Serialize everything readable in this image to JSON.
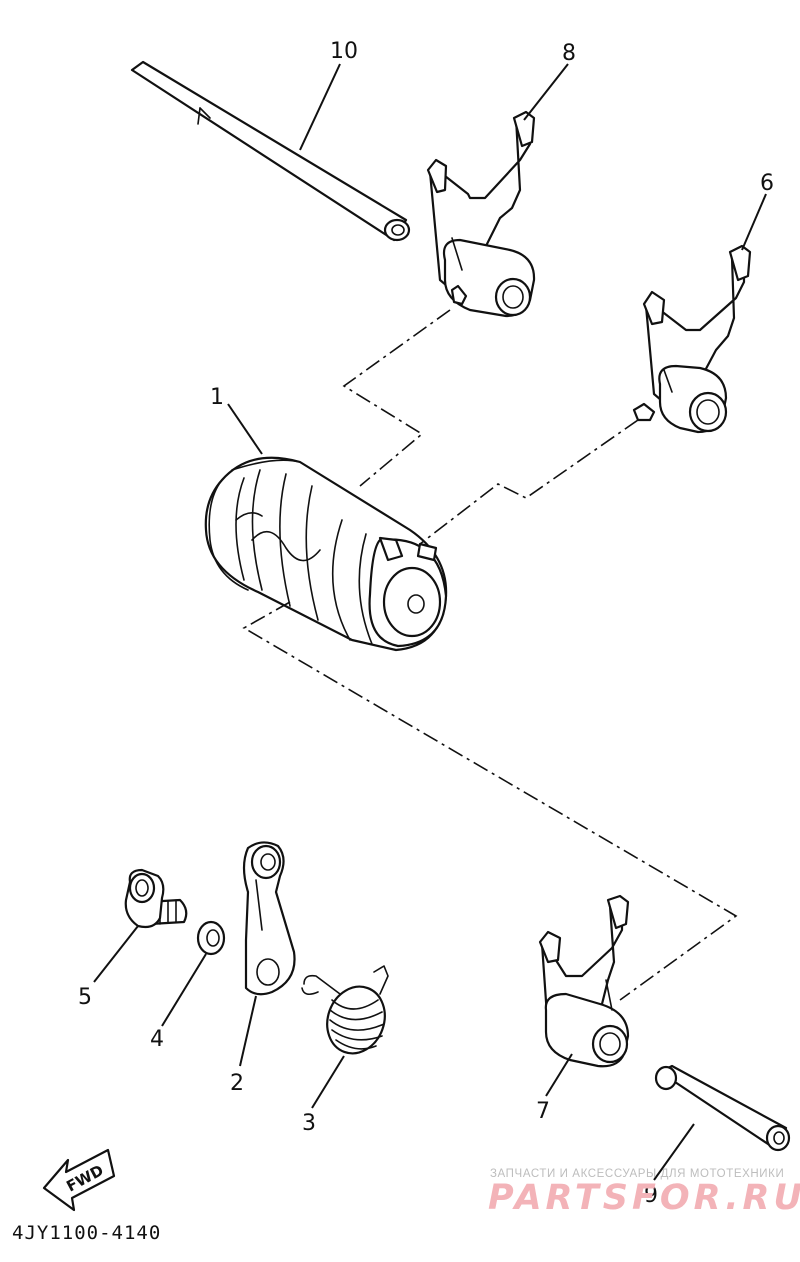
{
  "callouts": {
    "p1": "1",
    "p2": "2",
    "p3": "3",
    "p4": "4",
    "p5": "5",
    "p6": "6",
    "p7": "7",
    "p8": "8",
    "p9": "9",
    "p10": "10"
  },
  "fwd_label": "FWD",
  "diagram_code": "4JY1100-4140",
  "watermark": {
    "tagline": "ЗАПЧАСТИ И АКСЕССУАРЫ ДЛЯ МОТОТЕХНИКИ",
    "brand": "PARTSFOR.RU"
  },
  "colors": {
    "line": "#111111",
    "background": "#ffffff",
    "watermark_brand": "#f3b3b8",
    "watermark_tagline": "#bdbdbd"
  }
}
